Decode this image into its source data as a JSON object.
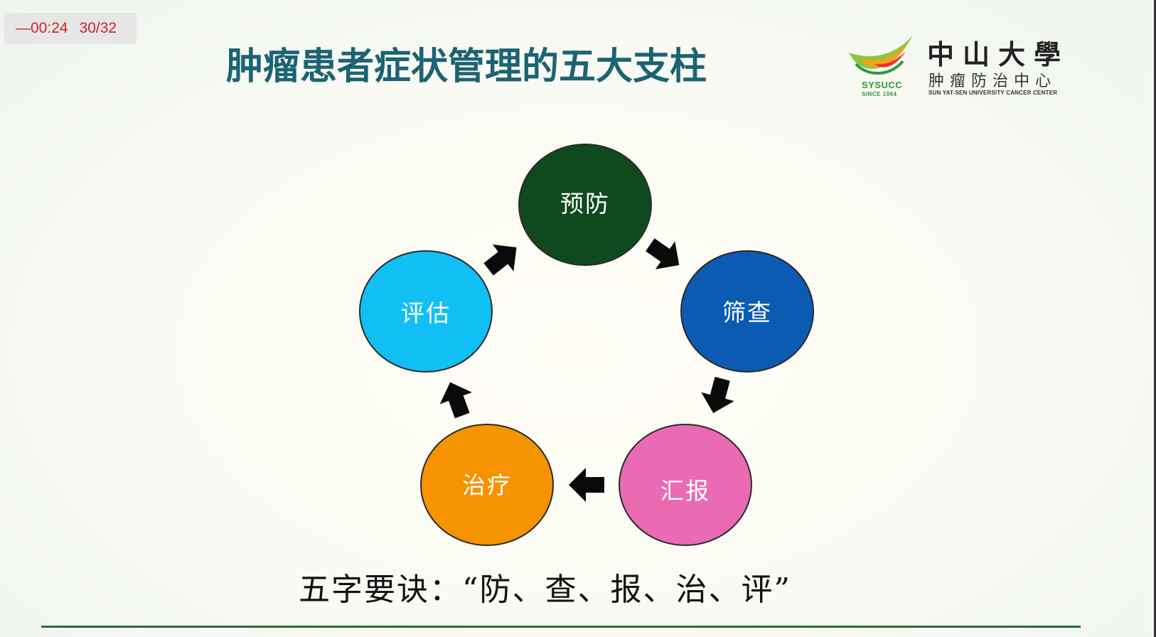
{
  "player": {
    "elapsed": "—00:24",
    "page": "30/32",
    "text_color": "#cc2222"
  },
  "slide": {
    "title": "肿瘤患者症状管理的五大支柱",
    "title_color": "#1c6373"
  },
  "logo": {
    "abbr": "SYSUCC",
    "since": "SINCE 1964",
    "name": "中山大學",
    "subtitle": "肿瘤防治中心",
    "english": "SUN YAT-SEN UNIVERSITY CANCER CENTER"
  },
  "cycle": {
    "nodes": [
      {
        "label": "预防",
        "color": "#0f4a1f"
      },
      {
        "label": "筛查",
        "color": "#0b5bb2"
      },
      {
        "label": "汇报",
        "color": "#ea6ab3"
      },
      {
        "label": "治疗",
        "color": "#f59300"
      },
      {
        "label": "评估",
        "color": "#12bff4"
      }
    ],
    "arrow_color": "#0a0a0a"
  },
  "motto": "五字要诀：“防、查、报、治、评”"
}
